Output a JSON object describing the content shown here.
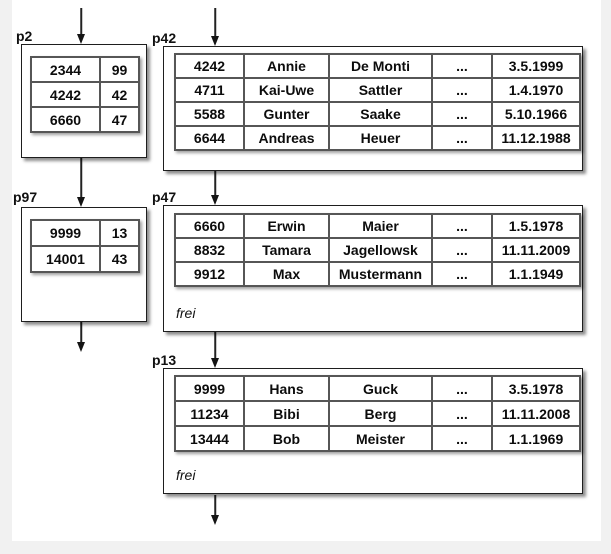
{
  "colors": {
    "background": "#f1f1f1",
    "page": "#ffffff",
    "box_border": "#1e1e1e",
    "table_border": "#565656",
    "arrow": "#141414",
    "text": "#0c0c0c"
  },
  "pages": {
    "p2": {
      "label": "p2",
      "rows": [
        [
          "2344",
          "99"
        ],
        [
          "4242",
          "42"
        ],
        [
          "6660",
          "47"
        ]
      ]
    },
    "p97": {
      "label": "p97",
      "rows": [
        [
          "9999",
          "13"
        ],
        [
          "14001",
          "43"
        ]
      ]
    },
    "p42": {
      "label": "p42",
      "rows": [
        [
          "4242",
          "Annie",
          "De Monti",
          "...",
          "3.5.1999"
        ],
        [
          "4711",
          "Kai-Uwe",
          "Sattler",
          "...",
          "1.4.1970"
        ],
        [
          "5588",
          "Gunter",
          "Saake",
          "...",
          "5.10.1966"
        ],
        [
          "6644",
          "Andreas",
          "Heuer",
          "...",
          "11.12.1988"
        ]
      ]
    },
    "p47": {
      "label": "p47",
      "free_label": "frei",
      "rows": [
        [
          "6660",
          "Erwin",
          "Maier",
          "...",
          "1.5.1978"
        ],
        [
          "8832",
          "Tamara",
          "Jagellowsk",
          "...",
          "11.11.2009"
        ],
        [
          "9912",
          "Max",
          "Mustermann",
          "...",
          "1.1.1949"
        ]
      ]
    },
    "p13": {
      "label": "p13",
      "free_label": "frei",
      "rows": [
        [
          "9999",
          "Hans",
          "Guck",
          "...",
          "3.5.1978"
        ],
        [
          "11234",
          "Bibi",
          "Berg",
          "...",
          "11.11.2008"
        ],
        [
          "13444",
          "Bob",
          "Meister",
          "...",
          "1.1.1969"
        ]
      ]
    }
  }
}
